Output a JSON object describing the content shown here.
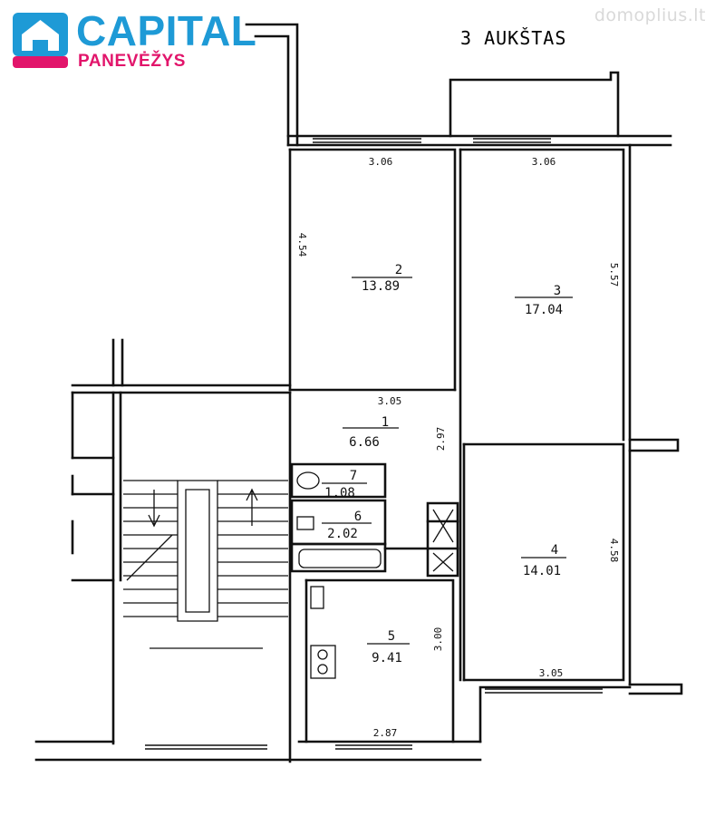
{
  "brand": {
    "name": "CAPITAL",
    "city": "PANEVĖŽYS",
    "color_primary": "#1e9ad6",
    "color_accent": "#e2156b",
    "logo": "house-in-badge"
  },
  "watermark": {
    "text": "domoplius.lt",
    "color": "#d9d9d9"
  },
  "floor": {
    "title": "3 AUKŠTAS"
  },
  "rooms": [
    {
      "number": "1",
      "area": "6.66"
    },
    {
      "number": "2",
      "area": "13.89"
    },
    {
      "number": "3",
      "area": "17.04"
    },
    {
      "number": "4",
      "area": "14.01"
    },
    {
      "number": "5",
      "area": "9.41"
    },
    {
      "number": "6",
      "area": "2.02"
    },
    {
      "number": "7",
      "area": "1.08"
    }
  ],
  "dimensions": {
    "room2_width": "3.06",
    "room2_length": "4.54",
    "room3_width": "3.06",
    "room3_length": "5.57",
    "hall_width": "3.05",
    "hall_length": "2.97",
    "room4_width": "3.05",
    "room4_length": "4.58",
    "kitchen_width": "2.87",
    "kitchen_length": "3.00"
  },
  "colors": {
    "ink": "#111111",
    "paper": "#ffffff"
  }
}
